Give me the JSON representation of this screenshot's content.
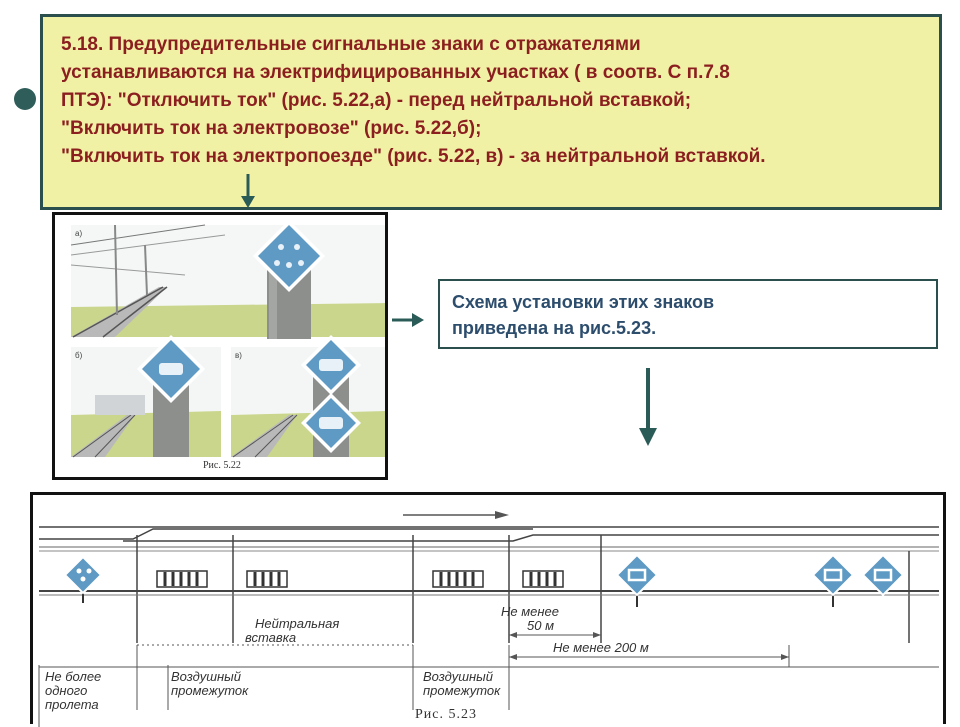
{
  "note": {
    "lines": [
      "5.18. Предупредительные сигнальные знаки с отражателями",
      "устанавливаются на электрифицированных участках ( в соотв. С п.7.8",
      "ПТЭ): \"Отключить ток\" (рис. 5.22,а) - перед нейтральной вставкой;",
      "\"Включить ток на электровозе\" (рис. 5.22,б);",
      "\"Включить ток на электропоезде\" (рис. 5.22, в) - за нейтральной вставкой."
    ]
  },
  "scheme_note": {
    "lines": [
      "Схема установки этих знаков",
      "приведена на рис.5.23."
    ]
  },
  "figure_522": {
    "panel_a": "а)",
    "panel_b": "б)",
    "panel_c": "в)",
    "caption": "Рис. 5.22"
  },
  "figure_523": {
    "label_not_less_50_l1": "Не менее",
    "label_not_less_50_l2": "50 м",
    "label_neutral_l1": "Нейтральная",
    "label_neutral_l2": "вставка",
    "label_not_less_200": "Не менее 200 м",
    "label_not_more_l1": "Не более",
    "label_not_more_l2": "одного",
    "label_not_more_l3": "пролета",
    "label_air_gap1_l1": "Воздушный",
    "label_air_gap1_l2": "промежуток",
    "label_air_gap2_l1": "Воздушный",
    "label_air_gap2_l2": "промежуток",
    "caption": "Рис. 5.23"
  },
  "colors": {
    "note_bg": "#f1f1a6",
    "note_text": "#8b1f1f",
    "frame": "#2b4f4c",
    "scheme_text": "#2d4d6d",
    "sign_blue": "#5e9ac4"
  }
}
